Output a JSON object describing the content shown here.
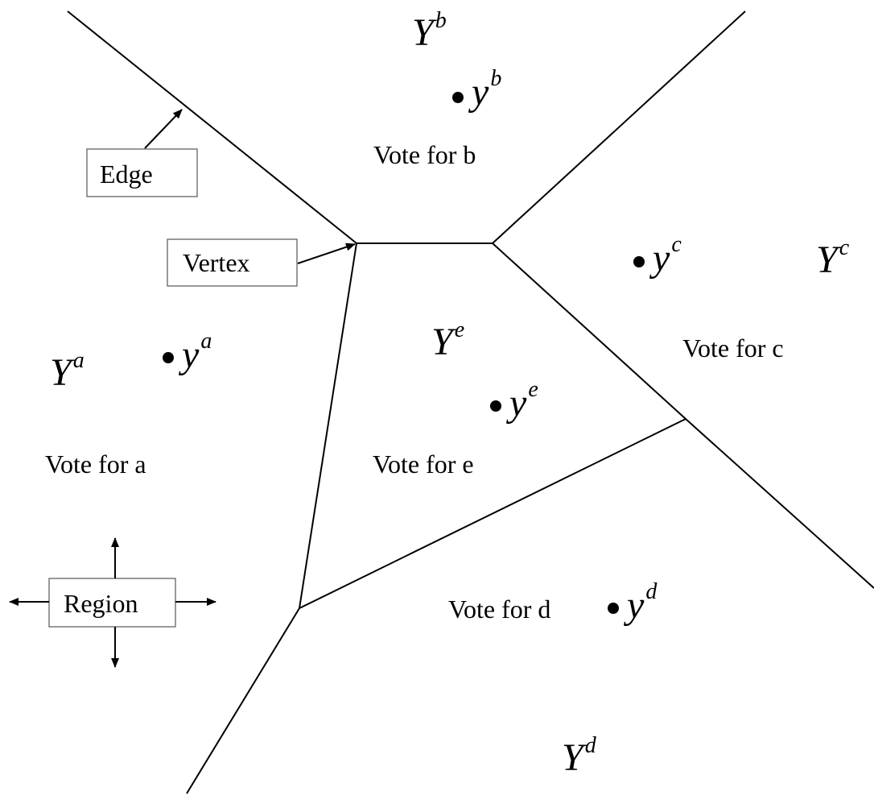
{
  "regions": {
    "a": {
      "name": "Y",
      "sup": "a",
      "point": "y",
      "point_sup": "a",
      "vote": "Vote for a"
    },
    "b": {
      "name": "Y",
      "sup": "b",
      "point": "y",
      "point_sup": "b",
      "vote": "Vote for b"
    },
    "c": {
      "name": "Y",
      "sup": "c",
      "point": "y",
      "point_sup": "c",
      "vote": "Vote for c"
    },
    "d": {
      "name": "Y",
      "sup": "d",
      "point": "y",
      "point_sup": "d",
      "vote": "Vote for d"
    },
    "e": {
      "name": "Y",
      "sup": "e",
      "point": "y",
      "point_sup": "e",
      "vote": "Vote for e"
    }
  },
  "callouts": {
    "edge": "Edge",
    "vertex": "Vertex",
    "region": "Region"
  }
}
